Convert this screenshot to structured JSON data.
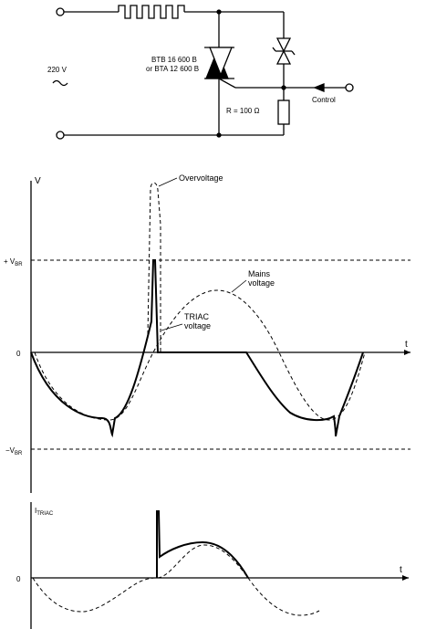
{
  "circuit": {
    "part_line1": "BTB 16 600 B",
    "part_line2": "or BTA 12 600 B",
    "source_label": "220 V",
    "resistor_label": "R = 100 Ω",
    "control_label": "Control"
  },
  "voltage_plot": {
    "y_axis_label": "V",
    "x_axis_label": "t",
    "tick_plus": "+ V",
    "tick_plus_sub": "BR",
    "tick_zero": "0",
    "tick_minus": "−V",
    "tick_minus_sub": "BR",
    "overvoltage_label": "Overvoltage",
    "mains_label_1": "Mains",
    "mains_label_2": "voltage",
    "triac_label_1": "TRIAC",
    "triac_label_2": "voltage"
  },
  "current_plot": {
    "y_axis_label": "I",
    "y_axis_sub": "TRIAC",
    "x_axis_label": "t",
    "tick_zero": "0"
  }
}
